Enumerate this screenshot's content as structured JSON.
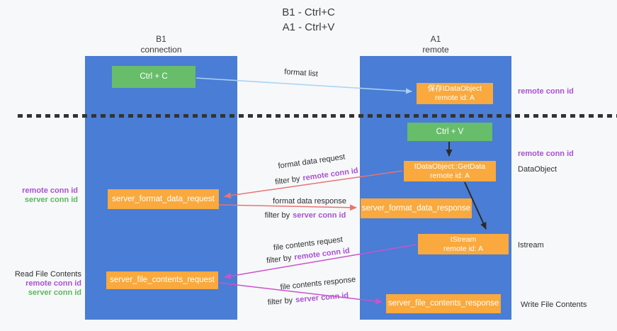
{
  "title": {
    "line1": "B1 - Ctrl+C",
    "line2": "A1 - Ctrl+V"
  },
  "columns": [
    {
      "header_line1": "B1",
      "header_line2": "connection"
    },
    {
      "header_line1": "A1",
      "header_line2": "remote"
    }
  ],
  "nodes": {
    "ctrl_c": "Ctrl + C",
    "ctrl_v": "Ctrl + V",
    "save_idataobject": {
      "line1": "保存IDataObject",
      "line2": "remote id: A"
    },
    "getdata": {
      "line1": "IDataObject::GetData",
      "line2": "remote id: A"
    },
    "istream": {
      "line1": "IStream",
      "line2": "remote id: A"
    },
    "server_format_data_request": "server_format_data_request",
    "server_format_data_response": "server_format_data_response",
    "server_file_contents_request": "server_file_contents_request",
    "server_file_contents_response": "server_file_contents_response"
  },
  "arrow_labels": {
    "format_list": "format list",
    "format_data_request": "format data request",
    "format_data_response": "format data response",
    "file_contents_request": "file contents request",
    "file_contents_response": "file contents response",
    "filter_by": "filter by",
    "remote_conn_id": "remote conn id",
    "server_conn_id": "server conn id"
  },
  "side_labels": {
    "right_remote_conn_id_top": "remote conn id",
    "right_remote_conn_id_mid": "remote conn id",
    "data_object": "DataObject",
    "istream": "Istream",
    "write_file_contents": "Write File Contents",
    "left_remote_conn_id_top": "remote conn id",
    "left_server_conn_id_top": "server conn id",
    "read_file_contents": "Read File Contents",
    "left_remote_conn_id_bottom": "remote conn id",
    "left_server_conn_id_bottom": "server conn id"
  },
  "colors": {
    "column_blue": "#4a7dd5",
    "box_green": "#67bd6a",
    "box_orange": "#f9a93d",
    "accent_purple": "#a952d1",
    "accent_green": "#5cb85c",
    "arrow_salmon": "#e87472",
    "arrow_magenta": "#cc52cb",
    "arrow_lightblue": "#a9d2f2",
    "arrow_black": "#2b2b2b"
  }
}
